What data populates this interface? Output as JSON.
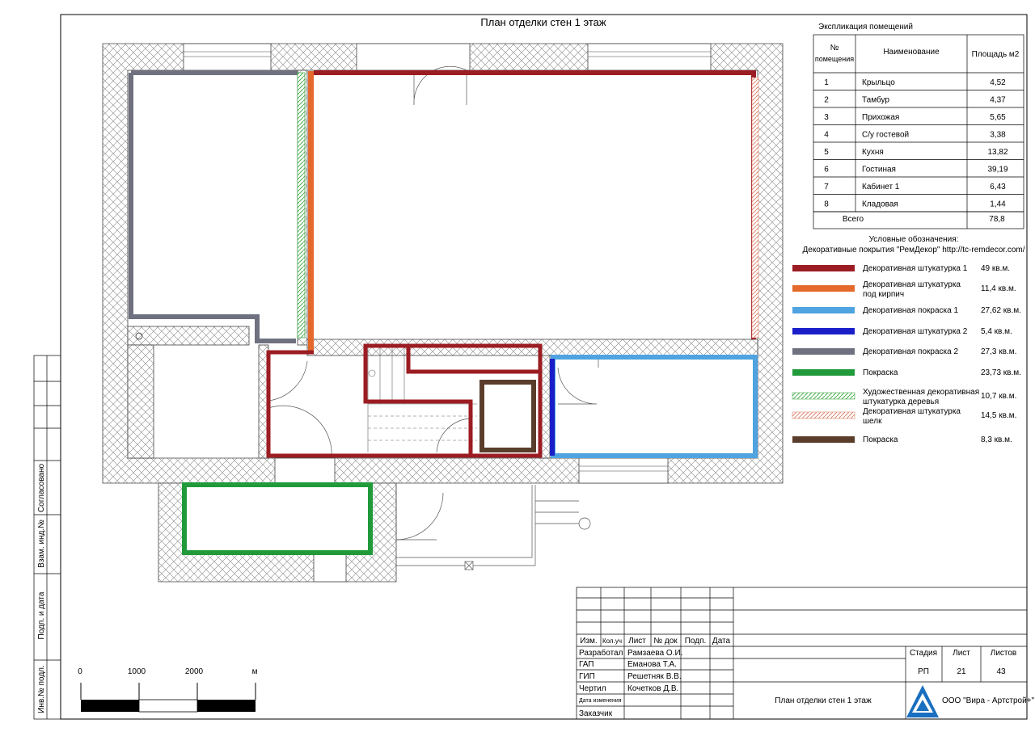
{
  "title": "План отделки стен 1 этаж",
  "explication": {
    "title": "Экспликация помещений",
    "headers": {
      "num": "№ помещения",
      "name": "Наименование",
      "area": "Площадь м2"
    },
    "rows": [
      {
        "num": "1",
        "name": "Крыльцо",
        "area": "4,52"
      },
      {
        "num": "2",
        "name": "Тамбур",
        "area": "4,37"
      },
      {
        "num": "3",
        "name": "Прихожая",
        "area": "5,65"
      },
      {
        "num": "4",
        "name": "С/у гостевой",
        "area": "3,38"
      },
      {
        "num": "5",
        "name": "Кухня",
        "area": "13,82"
      },
      {
        "num": "6",
        "name": "Гостиная",
        "area": "39,19"
      },
      {
        "num": "7",
        "name": "Кабинет 1",
        "area": "6,43"
      },
      {
        "num": "8",
        "name": "Кладовая",
        "area": "1,44"
      }
    ],
    "total_label": "Всего",
    "total_value": "78,8"
  },
  "legend": {
    "title": "Условные обозначения:",
    "subtitle": "Декоративные покрытия \"РемДекор\" http://tc-remdecor.com/",
    "items": [
      {
        "lines": [
          "Декоративная штукатурка 1"
        ],
        "value": "49 кв.м.",
        "color": "#9b1c22",
        "style": "solid"
      },
      {
        "lines": [
          "Декоративная штукатурка",
          "под кирпич"
        ],
        "value": "11,4 кв.м.",
        "color": "#e4692a",
        "style": "solid"
      },
      {
        "lines": [
          "Декоративная покраска 1"
        ],
        "value": "27,62 кв.м.",
        "color": "#4fa3e0",
        "style": "solid"
      },
      {
        "lines": [
          "Декоративная штукатурка 2"
        ],
        "value": "5,4 кв.м.",
        "color": "#1a1ec8",
        "style": "solid"
      },
      {
        "lines": [
          "Декоративная покраска 2"
        ],
        "value": "27,3 кв.м.",
        "color": "#6f7180",
        "style": "solid"
      },
      {
        "lines": [
          "Покраска"
        ],
        "value": "23,73 кв.м.",
        "color": "#219a3a",
        "style": "solid"
      },
      {
        "lines": [
          "Художественная декоративная",
          "штукатурка деревья"
        ],
        "value": "10,7 кв.м.",
        "color": "#4caf50",
        "style": "hatch"
      },
      {
        "lines": [
          "Декоративная штукатурка",
          "шелк"
        ],
        "value": "14,5 кв.м.",
        "color": "#e08870",
        "style": "hatch"
      },
      {
        "lines": [
          "Покраска"
        ],
        "value": "8,3 кв.м.",
        "color": "#5a3e2b",
        "style": "solid"
      }
    ]
  },
  "side_stamp": [
    "Согласовано",
    "Взам. инд.№",
    "Подп. и дата",
    "Инв.№ подл."
  ],
  "scale": {
    "ticks": [
      "0",
      "1000",
      "2000"
    ],
    "unit": "м"
  },
  "title_block": {
    "cols": [
      "Изм.",
      "Кол.уч",
      "Лист",
      "№ док",
      "Подп.",
      "Дата"
    ],
    "people": [
      {
        "role": "Разработал",
        "name": "Рамзаева О.И."
      },
      {
        "role": "ГАП",
        "name": "Еманова Т.А."
      },
      {
        "role": "ГИП",
        "name": "Решетняк В.В."
      },
      {
        "role": "Чертил",
        "name": "Кочетков Д.В."
      },
      {
        "role": "Дата изменения",
        "name": ""
      },
      {
        "role": "Заказчик",
        "name": ""
      }
    ],
    "stage_header": "Стадия",
    "sheet_header": "Лист",
    "sheets_header": "Листов",
    "stage": "РП",
    "sheet": "21",
    "sheets": "43",
    "drawing_name": "План отделки стен 1 этаж",
    "company": "ООО \"Вира - Артстрой+\""
  },
  "colors": {
    "plaster1": "#9b1c22",
    "brick": "#e4692a",
    "paint1": "#4fa3e0",
    "plaster2": "#1a1ec8",
    "paint2": "#6f7180",
    "paint_green": "#219a3a",
    "paint_brown": "#5a3e2b",
    "logo_blue": "#1a6fc0"
  }
}
